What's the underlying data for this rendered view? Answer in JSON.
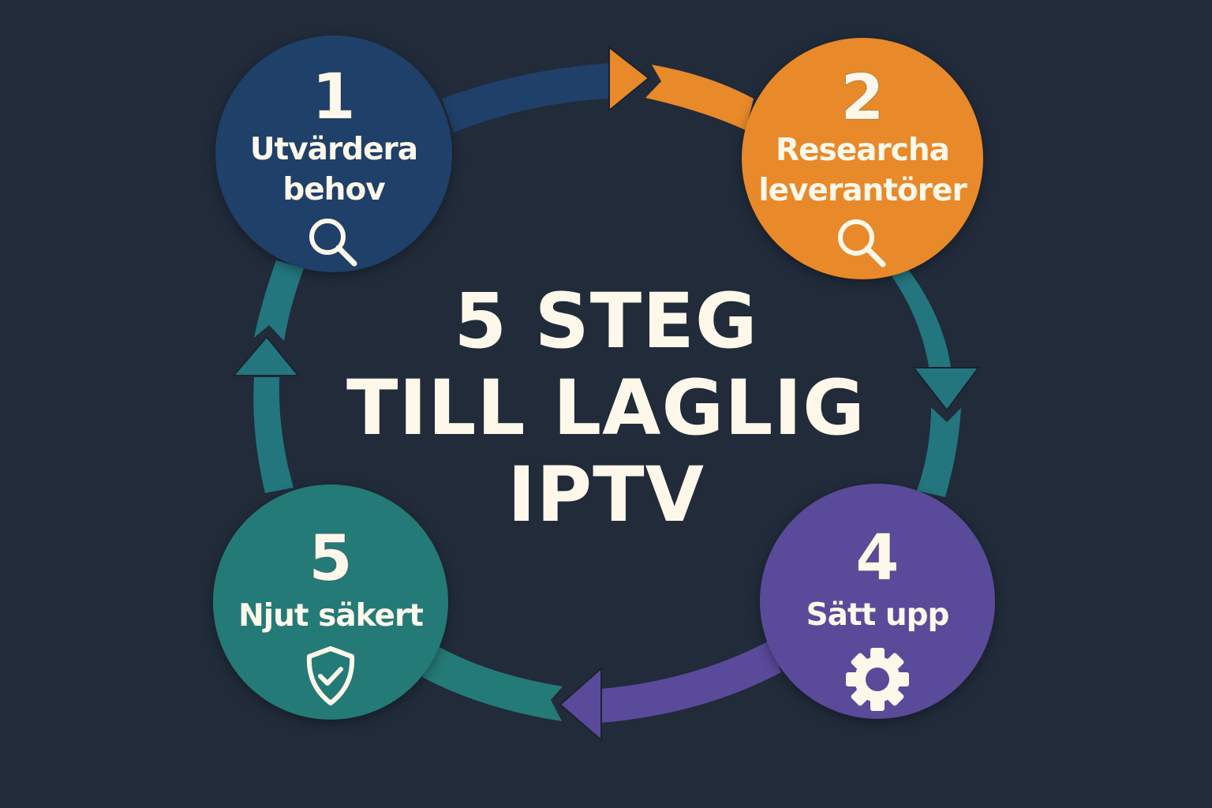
{
  "title": {
    "line1": "5 STEG",
    "line2": "TILL LAGLIG",
    "line3": "IPTV"
  },
  "colors": {
    "background": "#212b3a",
    "step1": "#1f4068",
    "step2": "#e8892a",
    "step3_arrow": "#23767e",
    "step4": "#5a4a9a",
    "step5": "#247a77",
    "text": "#fdf8ea"
  },
  "steps": [
    {
      "number": "1",
      "label": "Utvärdera\nbehov",
      "icon": "search-icon"
    },
    {
      "number": "2",
      "label": "Researcha\nleverantörer",
      "icon": "search-icon"
    },
    {
      "number": "4",
      "label": "Sätt upp",
      "icon": "gear-icon"
    },
    {
      "number": "5",
      "label": "Njut säkert",
      "icon": "shield-check-icon"
    }
  ]
}
